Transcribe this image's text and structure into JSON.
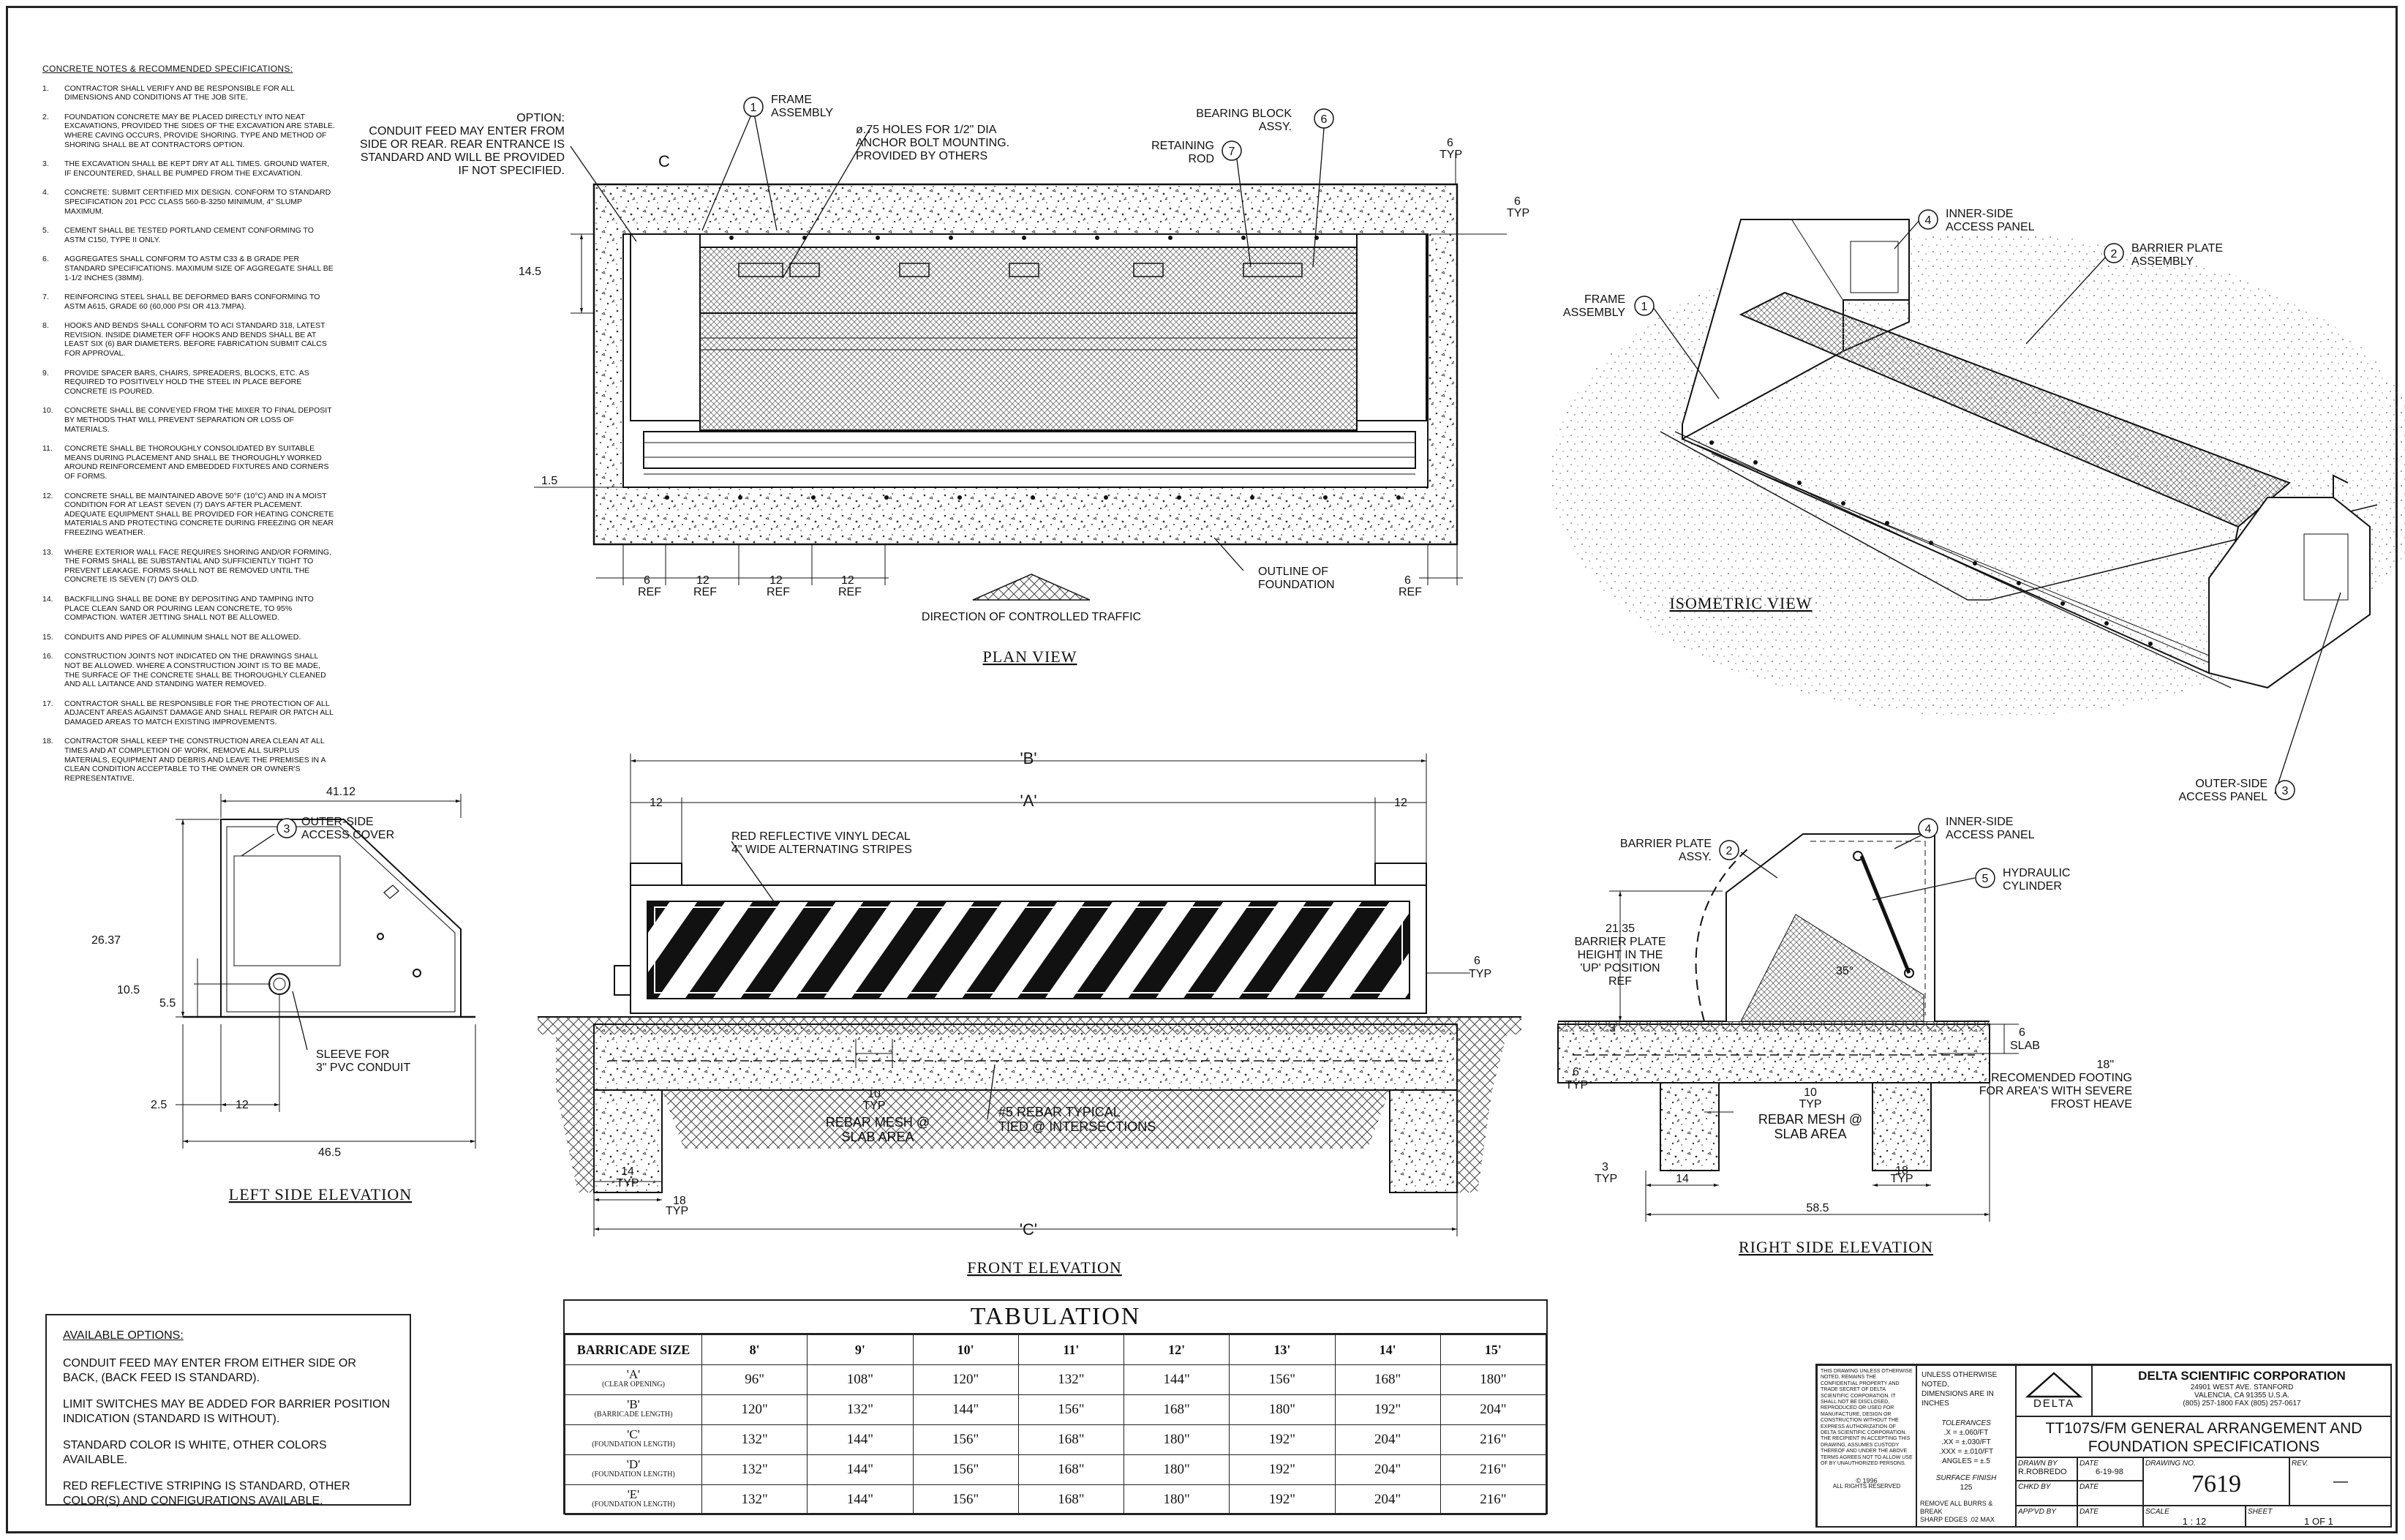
{
  "notes": {
    "heading": "CONCRETE NOTES & RECOMMENDED SPECIFICATIONS:",
    "items": [
      {
        "n": "1.",
        "t": "Contractor shall verify and be responsible for all dimensions and conditions at the job site."
      },
      {
        "n": "2.",
        "t": "Foundation concrete may be placed directly into neat excavations, provided the sides of the excavation are stable. Where caving occurs, provide shoring. Type and method of shoring shall be at contractors option."
      },
      {
        "n": "3.",
        "t": "The excavation shall be kept dry at all times. Ground water, if encountered, shall be pumped from the excavation."
      },
      {
        "n": "4.",
        "t": "Concrete: Submit certified mix design. Conform to standard specification 201 PCC Class 560-B-3250 minimum, 4\" slump maximum."
      },
      {
        "n": "5.",
        "t": "Cement shall be tested portland cement conforming to ASTM C150, Type II only."
      },
      {
        "n": "6.",
        "t": "Aggregates shall conform to ASTM C33 & B grade per standard specifications. Maximum size of aggregate shall be 1-1/2 inches (38mm)."
      },
      {
        "n": "7.",
        "t": "Reinforcing steel shall be deformed bars conforming to ASTM A615, Grade 60 (60,000 psi or 413.7MPa)."
      },
      {
        "n": "8.",
        "t": "Hooks and bends shall conform to ACI standard 318, latest revision. Inside diameter off hooks and bends shall be at least six (6) bar diameters. Before fabrication submit calcs for approval."
      },
      {
        "n": "9.",
        "t": "Provide spacer bars, chairs, spreaders, blocks, etc. as required to positively hold the steel in place before concrete is poured."
      },
      {
        "n": "10.",
        "t": "Concrete shall be conveyed from the mixer to final deposit by methods that will prevent separation or loss of materials."
      },
      {
        "n": "11.",
        "t": "Concrete shall be thoroughly consolidated by suitable means during placement and shall be thoroughly worked around reinforcement and embedded fixtures and corners of forms."
      },
      {
        "n": "12.",
        "t": "Concrete shall be maintained above 50°F (10°C) and in a moist condition for at least seven (7) days after placement. Adequate equipment shall be provided for heating concrete materials and protecting concrete during freezing or near freezing weather."
      },
      {
        "n": "13.",
        "t": "Where exterior wall face requires shoring and/or forming, the forms shall be substantial and sufficiently tight to prevent leakage. Forms shall not be removed until the concrete is seven (7) days old."
      },
      {
        "n": "14.",
        "t": "Backfilling shall be done by depositing and tamping into place clean sand or pouring lean concrete, to 95% compaction. Water jetting shall not be allowed."
      },
      {
        "n": "15.",
        "t": "Conduits and pipes of aluminum shall not be allowed."
      },
      {
        "n": "16.",
        "t": "Construction joints not indicated on the drawings shall not be allowed. Where a construction joint is to be made, the surface of the concrete shall be thoroughly cleaned and all laitance and standing water removed."
      },
      {
        "n": "17.",
        "t": "Contractor shall be responsible for the protection of all adjacent areas against damage and shall repair or patch all damaged areas to match existing improvements."
      },
      {
        "n": "18.",
        "t": "Contractor shall keep the construction area clean at all times and at completion of work, remove all surplus materials, equipment and debris and leave the premises in a clean condition acceptable to the owner or owner's representative."
      }
    ]
  },
  "plan": {
    "title": "PLAN VIEW",
    "option_1": "OPTION:",
    "option_2": "CONDUIT FEED MAY ENTER FROM",
    "option_3": "SIDE OR REAR. REAR ENTRANCE IS",
    "option_4": "STANDARD AND WILL BE PROVIDED",
    "option_5": "IF NOT SPECIFIED.",
    "frame_1": "FRAME",
    "frame_2": "ASSEMBLY",
    "holes_1": "ø.75 HOLES FOR 1/2\" DIA",
    "holes_2": "ANCHOR BOLT MOUNTING.",
    "holes_3": "PROVIDED BY OTHERS",
    "bearing_1": "BEARING BLOCK",
    "bearing_2": "ASSY.",
    "rod_1": "RETAINING",
    "rod_2": "ROD",
    "dim_6": "6",
    "typ": "TYP",
    "ref": "REF",
    "dim_14_5": "14.5",
    "dim_1_5": "1.5",
    "dim_12": "12",
    "c_mark": "C",
    "outline_1": "OUTLINE OF",
    "outline_2": "FOUNDATION",
    "traffic": "DIRECTION OF CONTROLLED TRAFFIC",
    "b1": "1",
    "b6": "6",
    "b7": "7"
  },
  "iso": {
    "title": "ISOMETRIC VIEW",
    "inner_1": "INNER-SIDE",
    "inner_2": "ACCESS PANEL",
    "plate_1": "BARRIER PLATE",
    "plate_2": "ASSEMBLY",
    "frame_1": "FRAME",
    "frame_2": "ASSEMBLY",
    "outer_1": "OUTER-SIDE",
    "outer_2": "ACCESS PANEL",
    "b1": "1",
    "b2": "2",
    "b3": "3",
    "b4": "4"
  },
  "left": {
    "title": "LEFT SIDE ELEVATION",
    "w": "41.12",
    "h": "26.37",
    "d10_5": "10.5",
    "d5_5": "5.5",
    "d2_5": "2.5",
    "d12": "12",
    "d46_5": "46.5",
    "cover_1": "OUTER-SIDE",
    "cover_2": "ACCESS COVER",
    "sleeve_1": "SLEEVE FOR",
    "sleeve_2": "3\" PVC CONDUIT",
    "b3": "3"
  },
  "front": {
    "title": "FRONT ELEVATION",
    "B": "'B'",
    "A": "'A'",
    "C": "'C'",
    "d12": "12",
    "d6": "6",
    "typ": "TYP",
    "d10": "10",
    "d14": "14",
    "d18": "18",
    "decal_1": "RED REFLECTIVE VINYL DECAL",
    "decal_2": "4\" WIDE ALTERNATING STRIPES",
    "rebar_1": "REBAR MESH @",
    "rebar_2": "SLAB AREA",
    "r5_1": "#5 REBAR TYPICAL",
    "r5_2": "TIED @ INTERSECTIONS"
  },
  "right": {
    "title": "RIGHT SIDE ELEVATION",
    "plate_1": "BARRIER PLATE",
    "plate_2": "ASSY.",
    "inner_1": "INNER-SIDE",
    "inner_2": "ACCESS PANEL",
    "hyd_1": "HYDRAULIC",
    "hyd_2": "CYLINDER",
    "h_1": "21.35",
    "h_2": "BARRIER PLATE",
    "h_3": "HEIGHT IN THE",
    "h_4": "'UP' POSITION",
    "h_5": "REF",
    "d3": "3",
    "d6": "6",
    "typ": "TYP",
    "slab": "SLAB",
    "d18": "18\"",
    "foot_1": "RECOMENDED FOOTING",
    "foot_2": "FOR AREA'S WITH SEVERE",
    "foot_3": "FROST HEAVE",
    "d10": "10",
    "rebar_1": "REBAR MESH @",
    "rebar_2": "SLAB AREA",
    "d14": "14",
    "d18b": "18",
    "d58_5": "58.5",
    "angle": "35°",
    "b2": "2",
    "b4": "4",
    "b5": "5"
  },
  "options": {
    "heading": "AVAILABLE OPTIONS:",
    "o1": "Conduit feed may enter from either side or back, (back feed is standard).",
    "o2": "Limit switches may be added for barrier position indication (standard is without).",
    "o3": "Standard color is white, other colors available.",
    "o4": "Red reflective striping is standard, other color(s) and configurations available."
  },
  "tabulation": {
    "title": "TABULATION",
    "header": "BARRICADE SIZE",
    "sizes": [
      "8'",
      "9'",
      "10'",
      "11'",
      "12'",
      "13'",
      "14'",
      "15'"
    ],
    "rows": [
      {
        "code": "'A'",
        "label": "(CLEAR OPENING)",
        "values": [
          "96\"",
          "108\"",
          "120\"",
          "132\"",
          "144\"",
          "156\"",
          "168\"",
          "180\""
        ]
      },
      {
        "code": "'B'",
        "label": "(BARRICADE LENGTH)",
        "values": [
          "120\"",
          "132\"",
          "144\"",
          "156\"",
          "168\"",
          "180\"",
          "192\"",
          "204\""
        ]
      },
      {
        "code": "'C'",
        "label": "(FOUNDATION LENGTH)",
        "values": [
          "132\"",
          "144\"",
          "156\"",
          "168\"",
          "180\"",
          "192\"",
          "204\"",
          "216\""
        ]
      },
      {
        "code": "'D'",
        "label": "(FOUNDATION LENGTH)",
        "values": [
          "132\"",
          "144\"",
          "156\"",
          "168\"",
          "180\"",
          "192\"",
          "204\"",
          "216\""
        ]
      },
      {
        "code": "'E'",
        "label": "(FOUNDATION LENGTH)",
        "values": [
          "132\"",
          "144\"",
          "156\"",
          "168\"",
          "180\"",
          "192\"",
          "204\"",
          "216\""
        ]
      }
    ]
  },
  "titleblock": {
    "prop": "THIS DRAWING UNLESS OTHERWISE NOTED, REMAINS THE CONFIDENTIAL PROPERTY AND TRADE SECRET OF DELTA SCIENTIFIC CORPORATION. IT SHALL NOT BE DISCLOSED, REPRODUCED OR USED FOR MANUFACTURE, DESIGN OR CONSTRUCTION WITHOUT THE EXPRESS AUTHORIZATION OF DELTA SCIENTIFIC CORPORATION. THE RECIPIENT IN ACCEPTING THIS DRAWING, ASSUMES CUSTODY THEREOF AND UNDER THE ABOVE TERMS AGREES NOT TO ALLOW USE OF BY UNAUTHORIZED PERSONS.",
    "copy_1": "© 1996",
    "copy_2": "ALL RIGHTS RESERVED",
    "unless_1": "UNLESS OTHERWISE NOTED,",
    "unless_2": "DIMENSIONS ARE IN INCHES",
    "tol": "TOLERANCES",
    "tol_1": ".X = ±.060/FT",
    "tol_2": ".XX = ±.030/FT",
    "tol_3": ".XXX = ±.010/FT",
    "tol_4": "ANGLES = ±.5",
    "finish": "SURFACE FINISH",
    "finish_v": "125",
    "burrs_1": "REMOVE ALL BURRS & BREAK",
    "burrs_2": "SHARP EDGES .02 MAX",
    "logo": "DELTA",
    "company": "DELTA SCIENTIFIC CORPORATION",
    "addr_1": "24901 WEST AVE. STANFORD",
    "addr_2": "VALENCIA, CA 91355 U.S.A.",
    "addr_3": "(805) 257-1800 FAX (805) 257-0617",
    "dtitle_1": "TT107S/FM GENERAL ARRANGEMENT AND",
    "dtitle_2": "FOUNDATION SPECIFICATIONS",
    "drawn_l": "DRAWN BY",
    "drawn_v": "R.ROBREDO",
    "date_l": "DATE",
    "date_v": "6-19-98",
    "chkd_l": "CHKD BY",
    "apvd_l": "APP'VD BY",
    "dno_l": "DRAWING NO.",
    "dno_v": "7619",
    "rev_l": "REV.",
    "rev_v": "—",
    "scale_l": "SCALE",
    "scale_v": "1 : 12",
    "sheet_l": "SHEET",
    "sheet_v": "1 OF 1"
  }
}
